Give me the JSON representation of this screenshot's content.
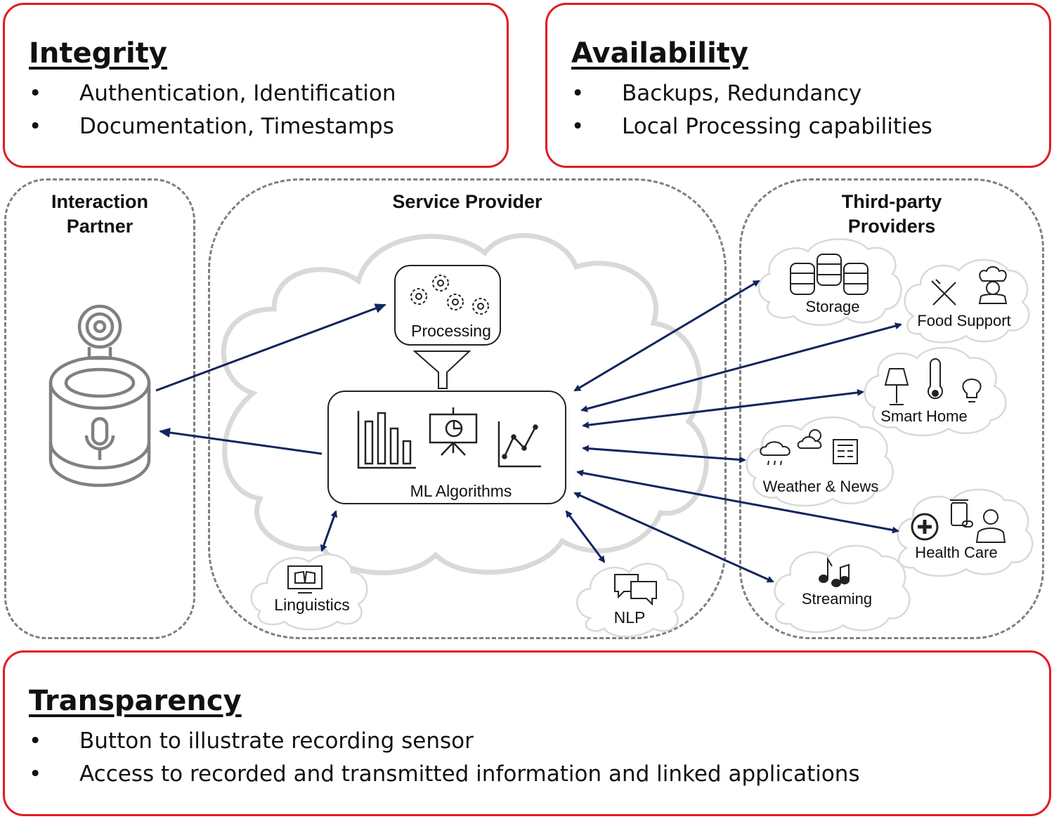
{
  "integrity": {
    "title": "Integrity",
    "items": [
      "Authentication, Identification",
      "Documentation, Timestamps"
    ]
  },
  "availability": {
    "title": "Availability",
    "items": [
      "Backups, Redundancy",
      "Local Processing capabilities"
    ]
  },
  "transparency": {
    "title": "Transparency",
    "items": [
      "Button to illustrate recording sensor",
      "Access to recorded and transmitted information and linked applications"
    ]
  },
  "zones": {
    "interaction_partner": "Interaction\nPartner",
    "service_provider": "Service Provider",
    "third_party": "Third-party\nProviders"
  },
  "nodes": {
    "processing": "Processing",
    "ml_algorithms": "ML Algorithms",
    "linguistics": "Linguistics",
    "nlp": "NLP",
    "storage": "Storage",
    "food_support": "Food Support",
    "smart_home": "Smart Home",
    "weather_news": "Weather & News",
    "health_care": "Health Care",
    "streaming": "Streaming"
  },
  "colors": {
    "red_border": "#e01b22",
    "arrow": "#13245e",
    "dashed": "#7f7f7f",
    "cloud": "#d9d9d9"
  },
  "icons": [
    "smart-speaker-icon",
    "gears-icon",
    "funnel-icon",
    "bar-chart-icon",
    "presentation-icon",
    "line-chart-icon",
    "book-monitor-icon",
    "chat-bubbles-icon",
    "database-icon",
    "cutlery-icon",
    "chef-icon",
    "lamp-icon",
    "thermometer-icon",
    "lightbulb-icon",
    "rain-cloud-icon",
    "sun-cloud-icon",
    "newspaper-icon",
    "medical-cross-icon",
    "pills-icon",
    "doctor-icon",
    "music-notes-icon"
  ]
}
